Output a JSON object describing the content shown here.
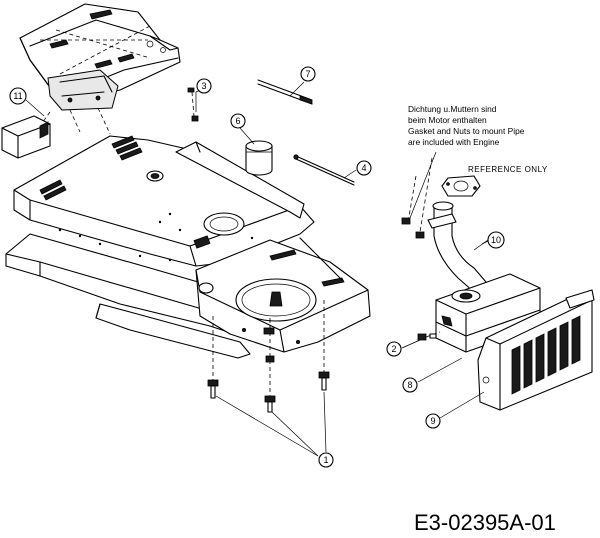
{
  "callouts": {
    "c1": "1",
    "c2": "2",
    "c3": "3",
    "c4": "4",
    "c6": "6",
    "c7": "7",
    "c8": "8",
    "c9": "9",
    "c10": "10",
    "c11": "11"
  },
  "notes": {
    "line1": "Dichtung u.Muttern sind",
    "line2": "beim Motor enthalten",
    "line3": "Gasket and Nuts to mount Pipe",
    "line4": "are included with Engine",
    "reference": "REFERENCE ONLY"
  },
  "drawing_code": "E3-02395A-01"
}
